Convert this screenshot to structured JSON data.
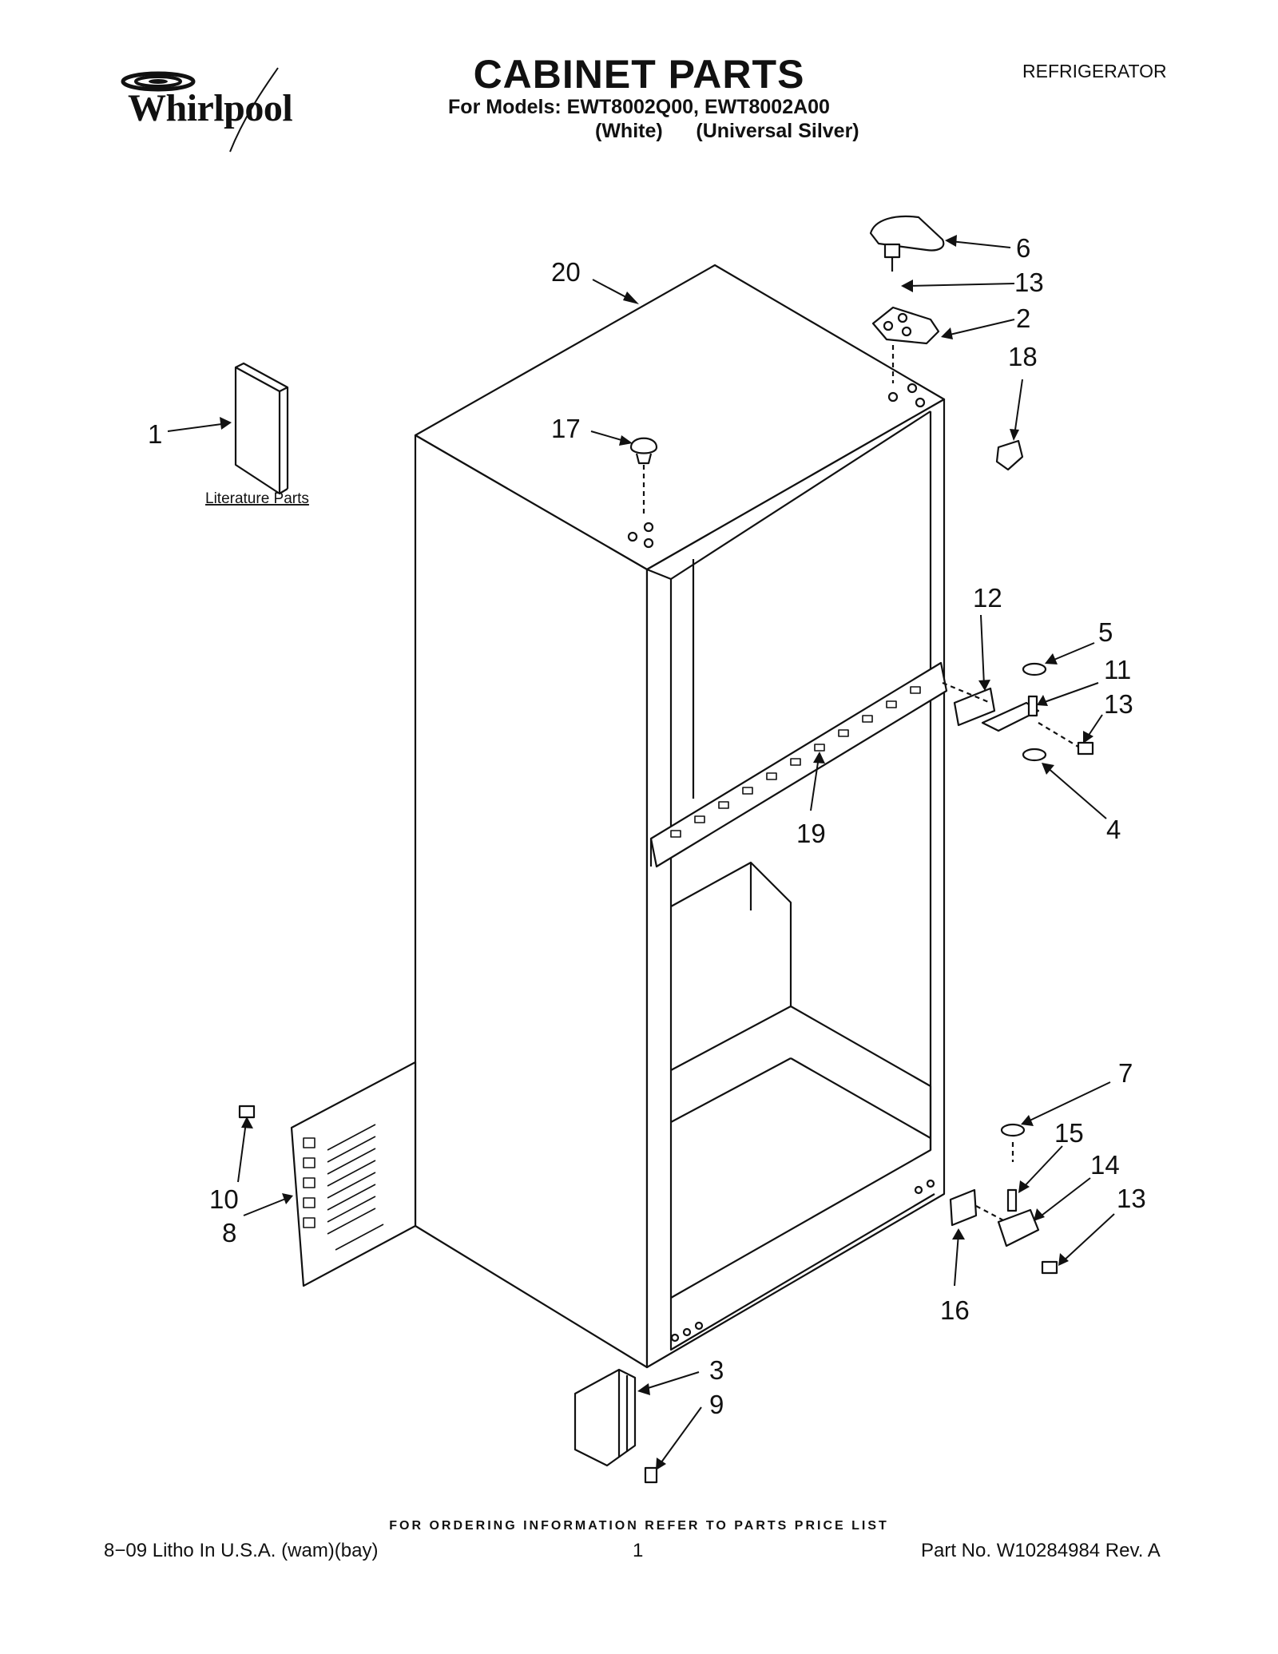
{
  "header": {
    "brand": "Whirlpool",
    "title": "CABINET PARTS",
    "models_line": "For Models: EWT8002Q00, EWT8002A00",
    "models_colors": "(White)      (Universal Silver)",
    "appliance": "REFRIGERATOR"
  },
  "diagram": {
    "literature_label": "Literature Parts",
    "callouts": [
      "1",
      "2",
      "3",
      "4",
      "5",
      "6",
      "7",
      "8",
      "9",
      "10",
      "11",
      "12",
      "13",
      "13",
      "13",
      "13",
      "14",
      "15",
      "16",
      "17",
      "18",
      "19",
      "20"
    ]
  },
  "footer": {
    "ordering_note": "FOR ORDERING INFORMATION REFER TO PARTS PRICE LIST",
    "litho": "8−09 Litho In U.S.A. (wam)(bay)",
    "page": "1",
    "part_no": "Part No. W10284984 Rev. A"
  }
}
